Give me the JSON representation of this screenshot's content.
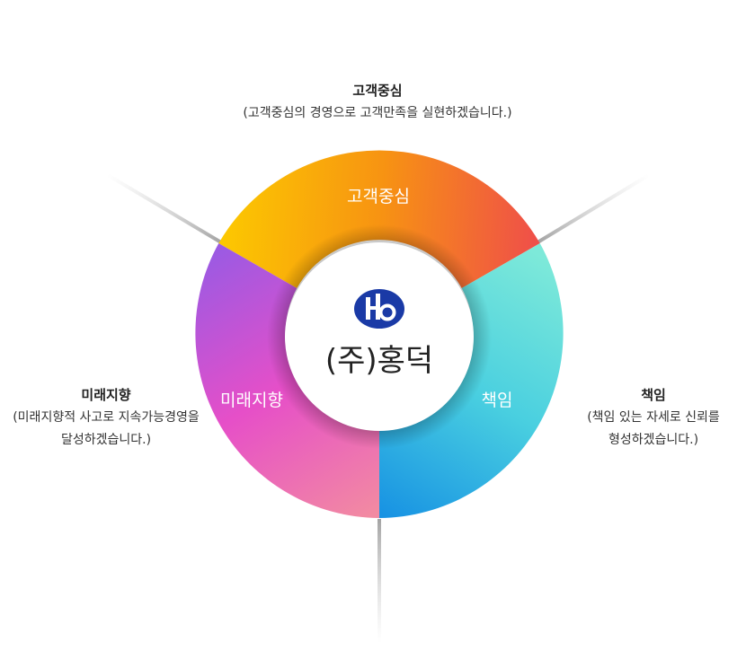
{
  "diagram": {
    "center": {
      "company_name": "(주)홍덕",
      "logo_icon": "hb-logo-icon",
      "logo_color": "#1a3aa6"
    },
    "segments": [
      {
        "key": "customer",
        "ring_label": "고객중심",
        "caption_title": "고객중심",
        "caption_lines": [
          "(고객중심의 경영으로 고객만족을 실현하겠습니다.)"
        ],
        "colors": [
          "#fcc900",
          "#f79312",
          "#ef4e4a"
        ]
      },
      {
        "key": "responsibility",
        "ring_label": "책임",
        "caption_title": "책임",
        "caption_lines": [
          "(책임 있는 자세로 신뢰를",
          "형성하겠습니다.)"
        ],
        "colors": [
          "#7de9d9",
          "#49cfe0",
          "#1893e3"
        ]
      },
      {
        "key": "future",
        "ring_label": "미래지향",
        "caption_title": "미래지향",
        "caption_lines": [
          "(미래지향적 사고로 지속가능경영을",
          "달성하겠습니다.)"
        ],
        "colors": [
          "#9b5ae3",
          "#e64fc8",
          "#f28aa2"
        ]
      }
    ]
  }
}
